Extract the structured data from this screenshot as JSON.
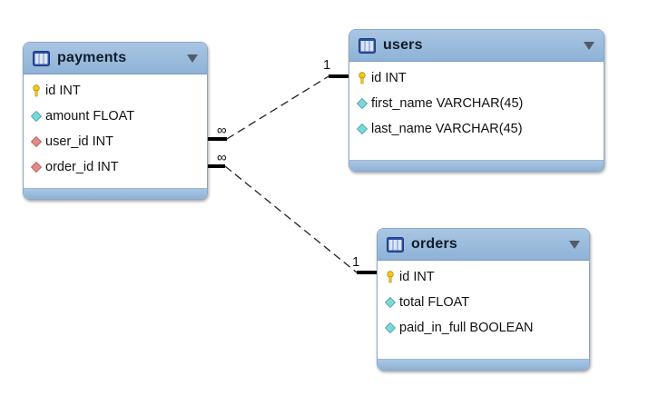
{
  "diagram": {
    "entities": [
      {
        "id": "payments",
        "title": "payments",
        "columns": [
          {
            "text": "id INT",
            "icon": "primary-key-icon"
          },
          {
            "text": "amount FLOAT",
            "icon": "column-icon"
          },
          {
            "text": "user_id INT",
            "icon": "foreign-key-icon"
          },
          {
            "text": "order_id INT",
            "icon": "foreign-key-icon"
          }
        ]
      },
      {
        "id": "users",
        "title": "users",
        "columns": [
          {
            "text": "id INT",
            "icon": "primary-key-icon"
          },
          {
            "text": "first_name VARCHAR(45)",
            "icon": "column-icon"
          },
          {
            "text": "last_name VARCHAR(45)",
            "icon": "column-icon"
          }
        ]
      },
      {
        "id": "orders",
        "title": "orders",
        "columns": [
          {
            "text": "id INT",
            "icon": "primary-key-icon"
          },
          {
            "text": "total FLOAT",
            "icon": "column-icon"
          },
          {
            "text": "paid_in_full BOOLEAN",
            "icon": "column-icon"
          }
        ]
      }
    ],
    "relationships": [
      {
        "from": "payments",
        "to": "users",
        "from_cardinality": "∞",
        "to_cardinality": "1",
        "style": "dashed"
      },
      {
        "from": "payments",
        "to": "orders",
        "from_cardinality": "∞",
        "to_cardinality": "1",
        "style": "dashed"
      }
    ]
  },
  "colors": {
    "header": "#98bbdd",
    "border": "#8aa8c8",
    "key": "#f2c81a",
    "column": "#7fd6d8",
    "foreign_key": "#e08a8a"
  }
}
